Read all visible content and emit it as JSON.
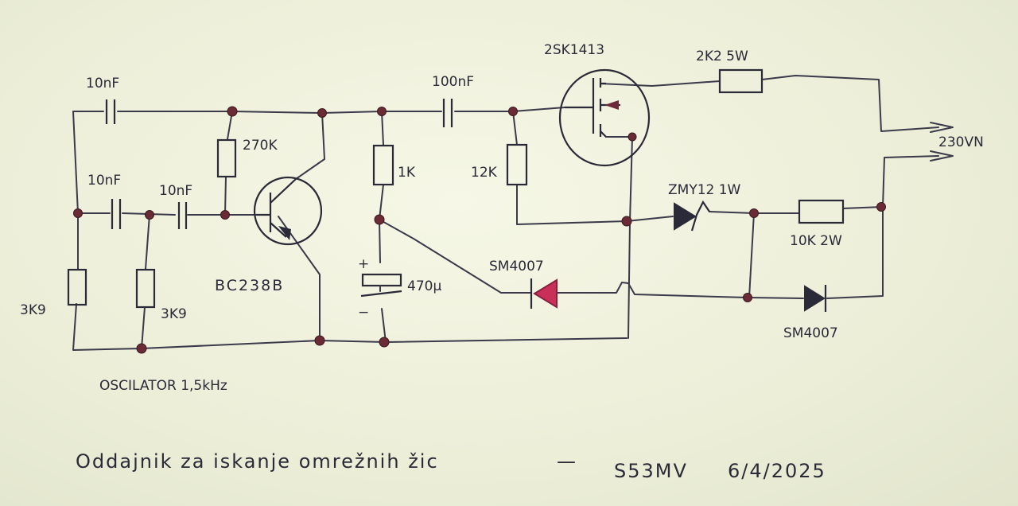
{
  "labels": {
    "c1": "10nF",
    "c2": "10nF",
    "c3": "10nF",
    "c4": "100nF",
    "r270k": "270K",
    "r1k": "1K",
    "r12k": "12K",
    "r3k9a": "3K9",
    "r3k9b": "3K9",
    "r2k2": "2K2 5W",
    "r10k": "10K 2W",
    "mosfet": "2SK1413",
    "transistor": "BC238B",
    "electrolytic": "470µ",
    "cap_plus": "+",
    "cap_minus": "−",
    "zener": "ZMY12 1W",
    "diode1": "SM4007",
    "diode2": "SM4007",
    "mains": "230VN",
    "oscillator": "OSCILATOR 1,5kHz"
  },
  "footer": {
    "title": "Oddajnik  za  iskanje  omrežnih  žic",
    "dash": "—",
    "author": "S53MV",
    "date": "6/4/2025"
  },
  "colors": {
    "ink": "#2a2a38",
    "dot": "#6a2a36",
    "diode_red": "#c8305a",
    "paper": "#eef0dc"
  }
}
